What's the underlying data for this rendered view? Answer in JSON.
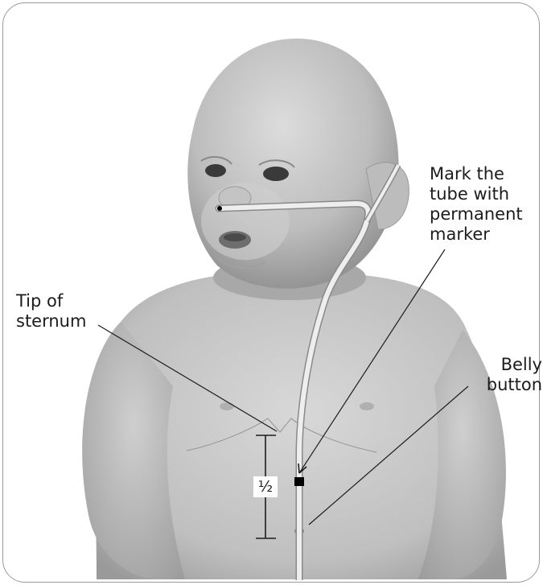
{
  "figure": {
    "labels": {
      "mark_tube": "Mark the\ntube with\npermanent\nmarker",
      "tip_sternum": "Tip of\nsternum",
      "belly_button": "Belly\nbutton",
      "half": "½"
    },
    "colors": {
      "border": "#9a9a9a",
      "skin": "#c9c9c9",
      "tube": "#e6e6e6",
      "text": "#1c1c1c",
      "marker": "#000000"
    }
  }
}
